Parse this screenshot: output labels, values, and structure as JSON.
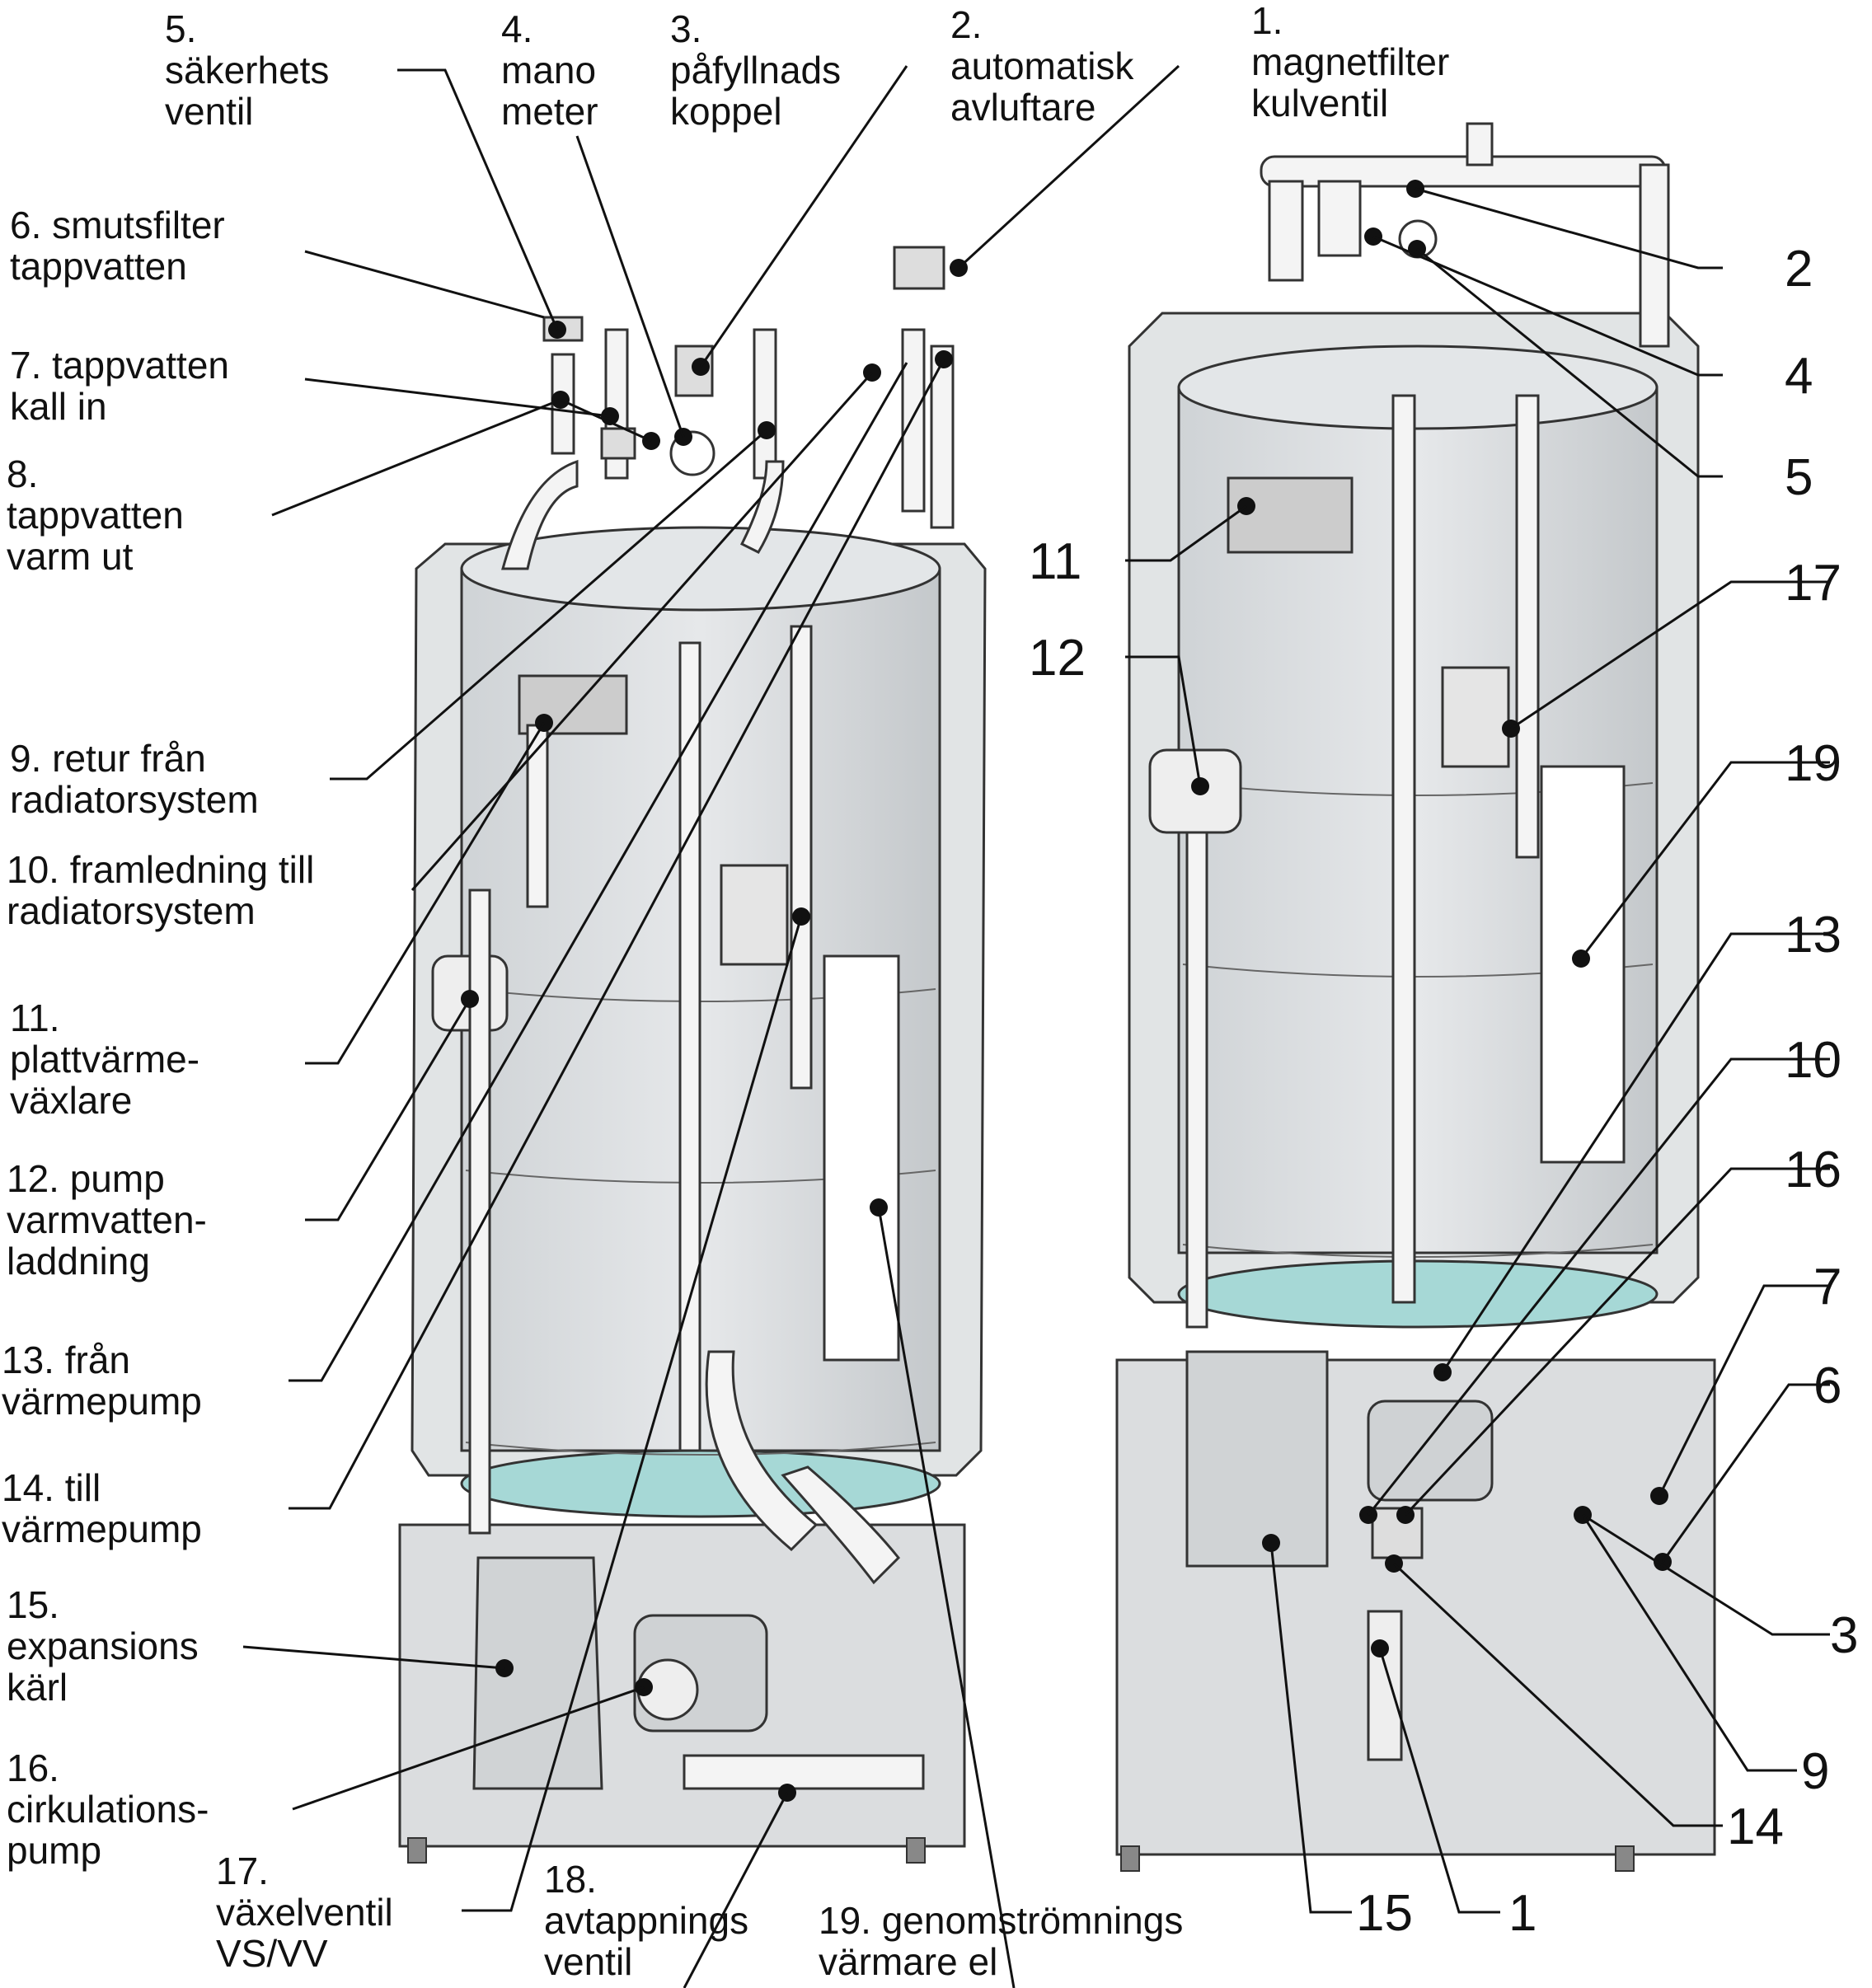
{
  "labels": [
    {
      "id": "5",
      "lines": [
        "5.",
        "säkerhets",
        "ventil"
      ]
    },
    {
      "id": "4",
      "lines": [
        "4.",
        "mano",
        "meter"
      ]
    },
    {
      "id": "3",
      "lines": [
        "3.",
        "påfyllnads",
        "koppel"
      ]
    },
    {
      "id": "2",
      "lines": [
        "2.",
        "automatisk",
        "avluftare"
      ]
    },
    {
      "id": "1",
      "lines": [
        "1.",
        "magnetfilter",
        "kulventil"
      ]
    },
    {
      "id": "6",
      "lines": [
        "6. smutsfilter",
        "tappvatten"
      ]
    },
    {
      "id": "7",
      "lines": [
        "7. tappvatten",
        "kall in"
      ]
    },
    {
      "id": "8",
      "lines": [
        "8.",
        "tappvatten",
        "varm ut"
      ]
    },
    {
      "id": "9",
      "lines": [
        "9. retur från",
        "radiatorsystem"
      ]
    },
    {
      "id": "10",
      "lines": [
        "10. framledning till",
        "radiatorsystem"
      ]
    },
    {
      "id": "11",
      "lines": [
        "11.",
        "plattvärme-",
        "växlare"
      ]
    },
    {
      "id": "12",
      "lines": [
        "12. pump",
        "varmvatten-",
        "laddning"
      ]
    },
    {
      "id": "13",
      "lines": [
        "13. från",
        "värmepump"
      ]
    },
    {
      "id": "14",
      "lines": [
        "14. till",
        "värmepump"
      ]
    },
    {
      "id": "15",
      "lines": [
        "15.",
        "expansions",
        "kärl"
      ]
    },
    {
      "id": "16",
      "lines": [
        "16.",
        "cirkulations-",
        "pump"
      ]
    },
    {
      "id": "17",
      "lines": [
        "17.",
        "växelventil",
        "VS/VV"
      ]
    },
    {
      "id": "18",
      "lines": [
        "18.",
        "avtappnings",
        "ventil"
      ]
    },
    {
      "id": "19",
      "lines": [
        "19. genomströmnings",
        "värmare el"
      ]
    }
  ],
  "numbers": [
    "2",
    "4",
    "5",
    "11",
    "17",
    "12",
    "19",
    "13",
    "10",
    "16",
    "7",
    "6",
    "3",
    "9",
    "14",
    "15",
    "1"
  ],
  "colors": {
    "line": "#111111",
    "shell": "#c9cdd0",
    "tank": "#d9dcde",
    "pipe": "#f4f4f4",
    "base": "#b8bcbf",
    "cyan": "#a6d8d6"
  }
}
